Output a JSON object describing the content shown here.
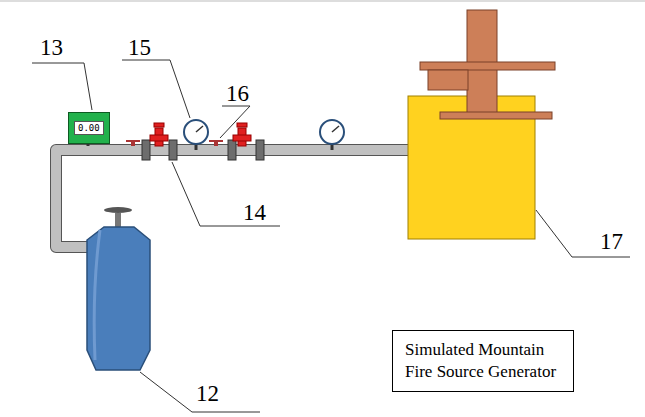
{
  "diagram": {
    "nodes": [
      {
        "text": [
          "0.00"
        ]
      },
      {
        "text": [
          "Simulated Mountain Fire Source Generator"
        ]
      }
    ],
    "labels": [
      "13",
      "15",
      "16",
      "14",
      "17",
      "12"
    ]
  }
}
